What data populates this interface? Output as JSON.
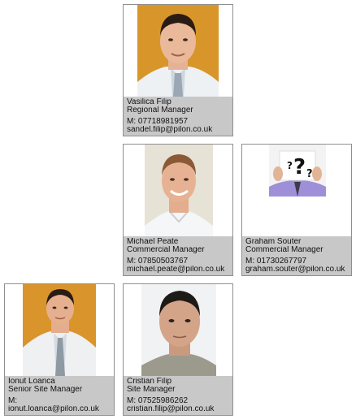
{
  "people": [
    {
      "name": "Vasilica Filip",
      "title": "Regional Manager",
      "mobile": "M: 07718981957",
      "email": "sandel.filip@pilon.co.uk",
      "photo_icon": "person-photo"
    },
    {
      "name": "Michael Peate",
      "title": "Commercial Manager",
      "mobile": "M: 07850503767",
      "email": "michael.peate@pilon.co.uk",
      "photo_icon": "person-photo"
    },
    {
      "name": "Graham Souter",
      "title": "Commercial Manager",
      "mobile": "M: 01730267797",
      "email": "graham.souter@pilon.co.uk",
      "photo_icon": "question-mark-placeholder"
    },
    {
      "name": "Ionut Loanca",
      "title": "Senior Site Manager",
      "mobile": "M:",
      "email": "ionut.loanca@pilon.co.uk",
      "photo_icon": "person-photo"
    },
    {
      "name": "Cristian Filip",
      "title": "Site Manager",
      "mobile": "M: 07525986262",
      "email": "cristian.filip@pilon.co.uk",
      "photo_icon": "person-photo"
    }
  ],
  "colors": {
    "card_border": "#8f8f8f",
    "info_bg": "#c8c8c8",
    "photo_bg_orange": "#d9952b"
  }
}
